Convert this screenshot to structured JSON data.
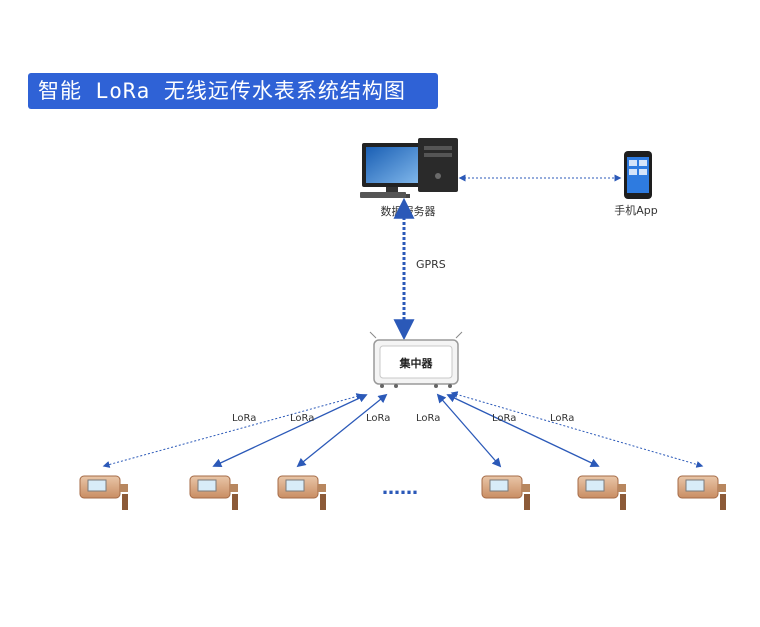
{
  "title": "智能 LoRa 无线远传水表系统结构图",
  "nodes": {
    "server_label": "数据服务器",
    "app_label": "手机App",
    "concentrator_label": "集中器",
    "ellipsis": "……"
  },
  "links": {
    "uplink_label": "GPRS",
    "meter_link_label": "LoRa"
  },
  "colors": {
    "banner": "#2f62d6",
    "arrow": "#2b59b8"
  }
}
